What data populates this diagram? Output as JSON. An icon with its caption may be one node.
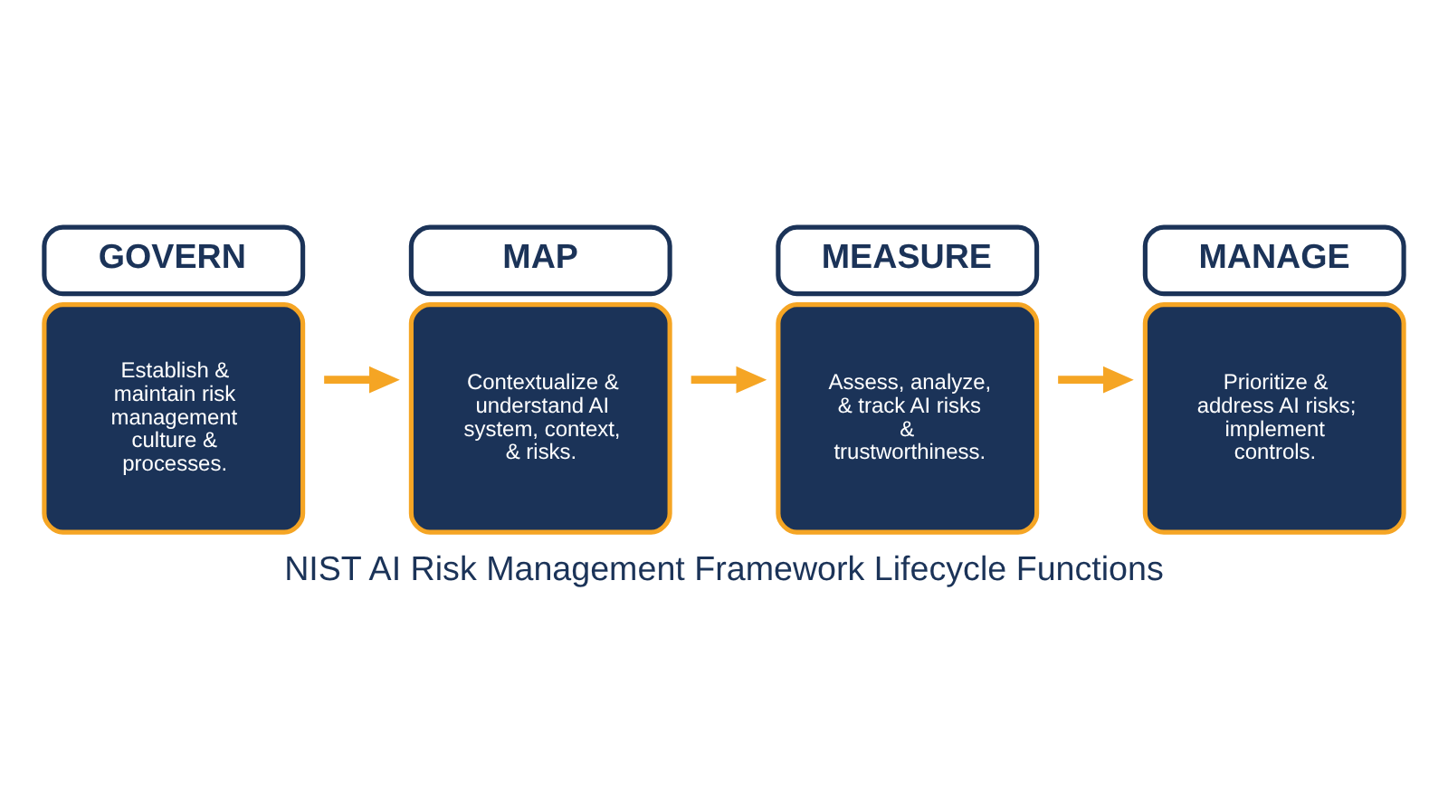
{
  "diagram": {
    "caption": "NIST AI Risk Management Framework Lifecycle Functions",
    "nodes": [
      {
        "text": [
          "GOVERN",
          "Establish & maintain risk management culture & processes."
        ]
      },
      {
        "text": [
          "MAP",
          "Contextualize & understand AI system, context, & risks."
        ]
      },
      {
        "text": [
          "MEASURE",
          "Assess, analyze, & track AI risks & trustworthiness."
        ]
      },
      {
        "text": [
          "MANAGE",
          "Prioritize & address AI risks; implement controls."
        ]
      }
    ],
    "edges": [
      {
        "from": 0,
        "to": 1,
        "arrow": "to"
      },
      {
        "from": 1,
        "to": 2,
        "arrow": "to"
      },
      {
        "from": 2,
        "to": 3,
        "arrow": "to"
      }
    ]
  }
}
